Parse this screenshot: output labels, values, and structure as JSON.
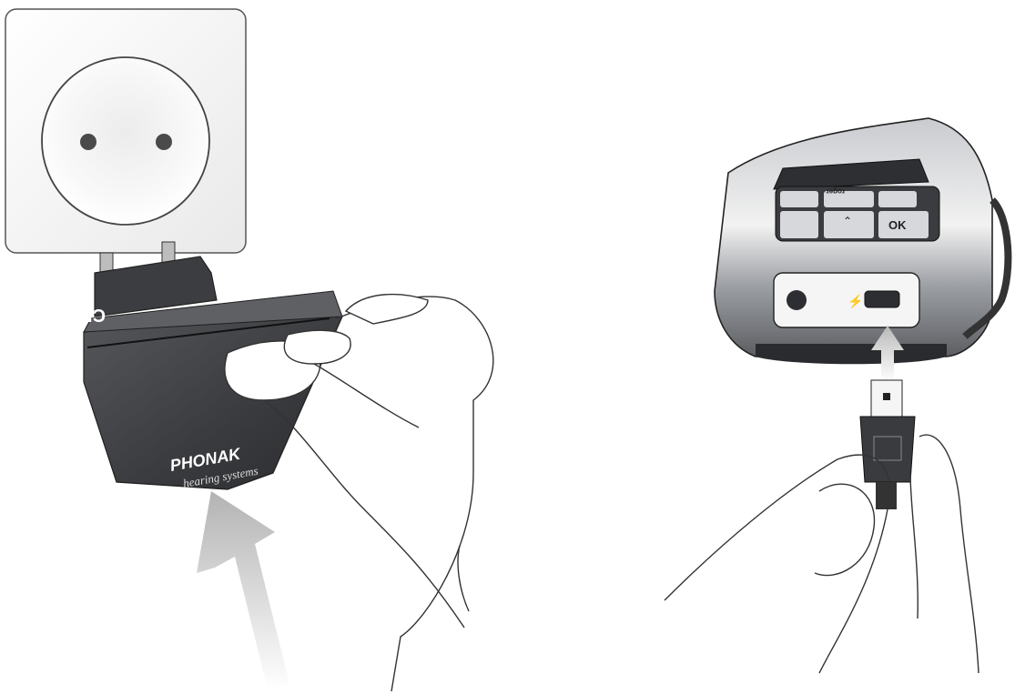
{
  "left_panel": {
    "brand_name": "PHONAK",
    "brand_tagline": "hearing systems",
    "ce_mark": "CE"
  },
  "right_panel": {
    "device_logo": "roger",
    "ok_key": "OK",
    "usb_symbol": "⚡"
  },
  "colors": {
    "arrow": "#b8b8b8",
    "adapter": "#3f4043",
    "device_body": "#8e9196",
    "device_dark": "#2d2e31"
  },
  "icons": [
    "wall-socket-icon",
    "arrow-up-icon",
    "phonak-adapter-icon",
    "hand-icon",
    "roger-device-icon",
    "usb-cable-icon"
  ]
}
